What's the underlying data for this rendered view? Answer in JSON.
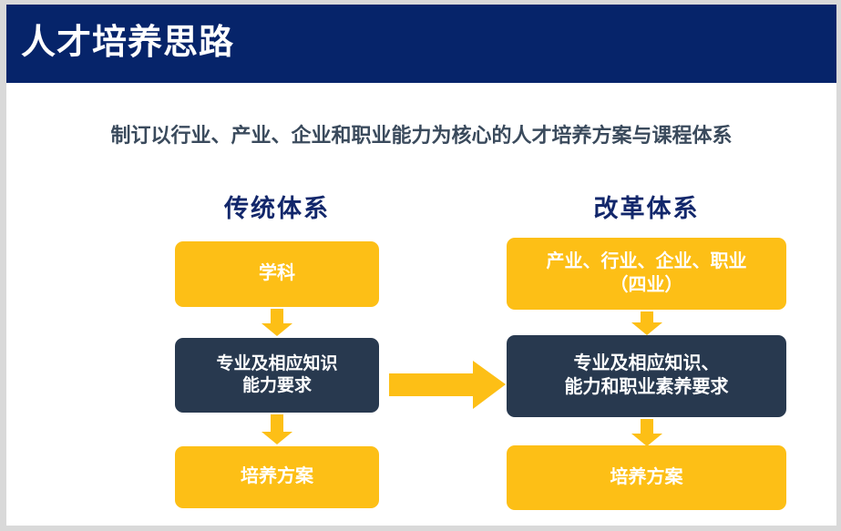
{
  "slide": {
    "header_title": "人才培养思路",
    "subtitle": "制订以行业、产业、企业和职业能力为核心的人才培养方案与课程体系",
    "colors": {
      "header_bg": "#06246a",
      "heading_text": "#12276b",
      "subtitle_text": "#3a4a5c",
      "yellow_box": "#fdbf16",
      "navy_box": "#28394f",
      "page_border": "#d9d9d9",
      "arrow": "#fdbf16"
    },
    "columns": [
      {
        "heading": "传统体系",
        "boxes": [
          {
            "line1": "学科",
            "line2": "",
            "style": "yellow"
          },
          {
            "line1": "专业及相应知识",
            "line2": "能力要求",
            "style": "navy"
          },
          {
            "line1": "培养方案",
            "line2": "",
            "style": "yellow"
          }
        ]
      },
      {
        "heading": "改革体系",
        "boxes": [
          {
            "line1": "产业、行业、企业、职业",
            "line2": "（四业）",
            "style": "yellow"
          },
          {
            "line1": "专业及相应知识、",
            "line2": "能力和职业素养要求",
            "style": "navy"
          },
          {
            "line1": "培养方案",
            "line2": "",
            "style": "yellow"
          }
        ]
      }
    ],
    "arrows": {
      "left_down_1": "arrow-down-icon",
      "left_down_2": "arrow-down-icon",
      "right_down_1": "arrow-down-icon",
      "right_down_2": "arrow-down-icon",
      "transform_right": "arrow-right-icon"
    }
  }
}
